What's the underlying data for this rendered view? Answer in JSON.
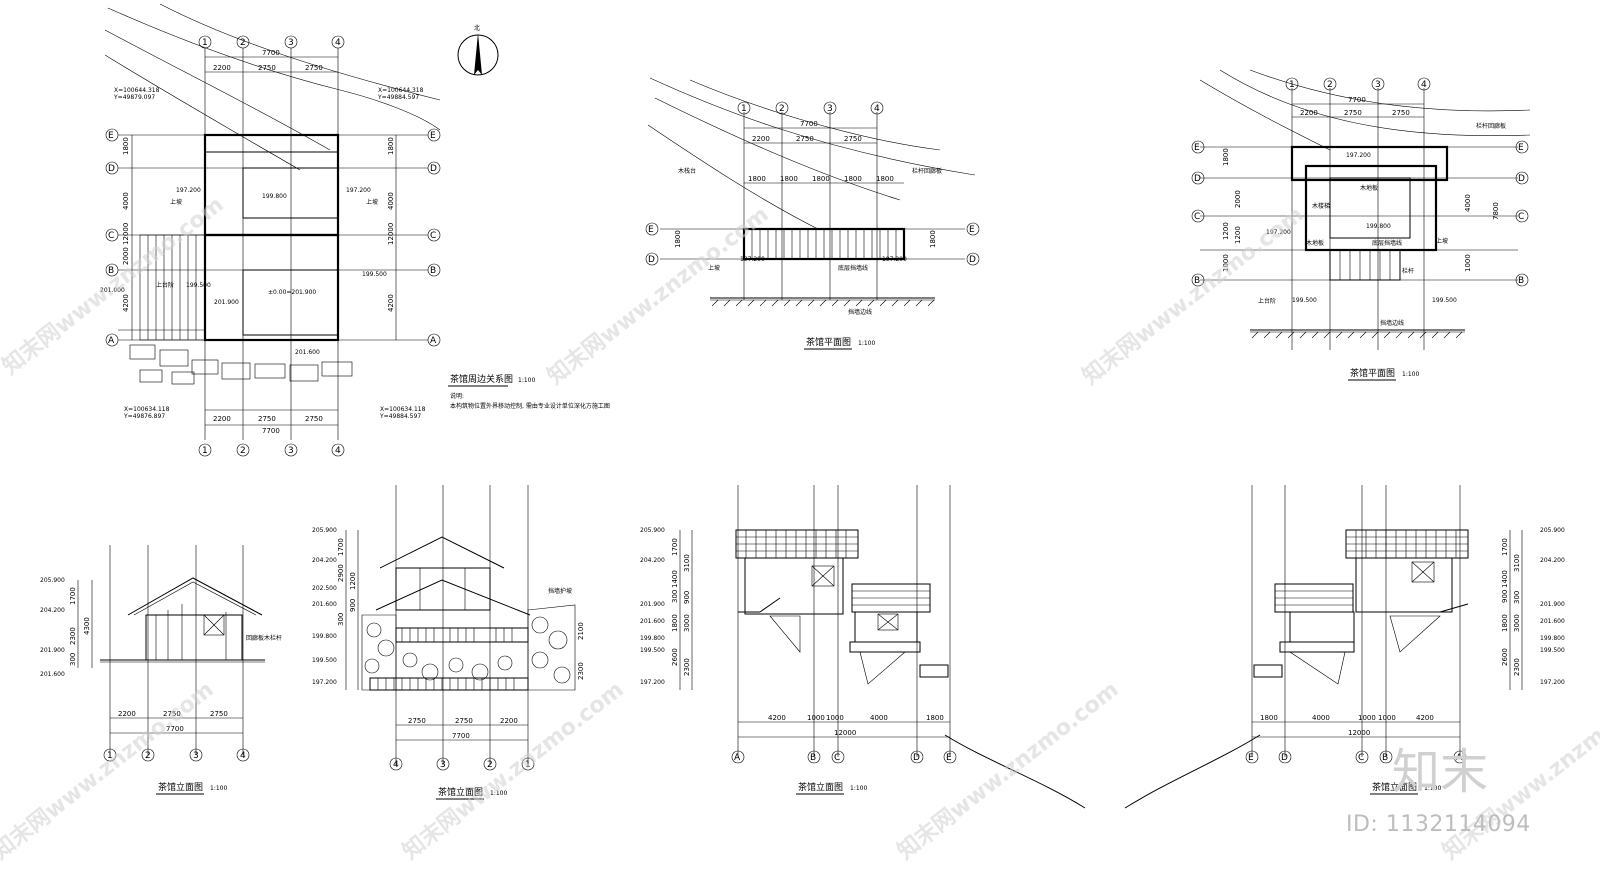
{
  "plans": {
    "site": {
      "title": "茶馆周边关系图",
      "scale": "1:100",
      "note_label": "说明:",
      "note_text": "本构筑物位置外界移动控制, 需由专业设计单位深化方施工图",
      "coords": [
        "X=100644.318",
        "Y=49879.097",
        "X=100644.318",
        "Y=49884.597",
        "X=100634.118",
        "Y=49876.897",
        "X=100634.118",
        "Y=49884.597"
      ],
      "levels": [
        "197.200",
        "199.800",
        "197.200",
        "199.500",
        "201.000",
        "199.500",
        "201.900",
        "±0.00=201.900",
        "201.600"
      ],
      "dims_top": [
        "7700",
        "2200",
        "2750",
        "2750"
      ],
      "dims_side": [
        "1800",
        "4000",
        "12000",
        "2000",
        "4200"
      ],
      "labels": [
        "上坡",
        "上坡",
        "上台阶"
      ]
    },
    "floor1": {
      "title": "茶馆平面图",
      "scale": "1:100",
      "dims_top": [
        "7700",
        "2200",
        "2750",
        "2750"
      ],
      "dims_bays": [
        "1800",
        "1800",
        "1800",
        "1800",
        "1800"
      ],
      "labels": [
        "木栈台",
        "栏杆回廊板",
        "底层挡墙线",
        "挡墙边线",
        "上坡"
      ],
      "levels": [
        "197.200",
        "197.200"
      ],
      "dims_side": [
        "1800",
        "1800"
      ]
    },
    "floor2": {
      "title": "茶馆平面图",
      "scale": "1:100",
      "dims_top": [
        "7700",
        "2200",
        "2750",
        "2750"
      ],
      "labels": [
        "栏杆回廊板",
        "木地板",
        "木地板",
        "底层挡墙线",
        "木楼梯",
        "栏杆",
        "挡墙边线",
        "上台阶",
        "上坡"
      ],
      "levels": [
        "197.200",
        "199.800",
        "197.200",
        "199.500",
        "199.500"
      ],
      "dims_side": [
        "1800",
        "2000",
        "4000",
        "1200",
        "1200",
        "1000",
        "1000",
        "7800"
      ]
    }
  },
  "axes": {
    "numbers": [
      "1",
      "2",
      "3",
      "4"
    ],
    "letters": [
      "A",
      "B",
      "C",
      "D",
      "E"
    ]
  },
  "elevations": {
    "e1": {
      "title": "茶馆立面图",
      "scale": "1:100",
      "levels": [
        "205.900",
        "204.200",
        "201.900",
        "201.600"
      ],
      "dims_v": [
        "1700",
        "2300",
        "300",
        "4300"
      ],
      "dims_h": [
        "2200",
        "2750",
        "2750",
        "7700"
      ],
      "axes": [
        "1",
        "2",
        "3",
        "4"
      ],
      "label": "回廊板木栏杆"
    },
    "e2": {
      "title": "茶馆立面图",
      "scale": "1:100",
      "levels": [
        "205.900",
        "204.200",
        "202.500",
        "201.600",
        "199.800",
        "199.500",
        "197.200"
      ],
      "dims_v": [
        "1700",
        "2900",
        "1200",
        "900",
        "300",
        "2100",
        "2300"
      ],
      "dims_h": [
        "2750",
        "2750",
        "2200",
        "7700"
      ],
      "axes": [
        "4",
        "3",
        "2",
        "1"
      ],
      "label": "挡墙护坡"
    },
    "e3": {
      "title": "茶馆立面图",
      "scale": "1:100",
      "levels": [
        "205.900",
        "204.200",
        "201.900",
        "201.600",
        "199.800",
        "199.500",
        "197.200"
      ],
      "dims_v": [
        "1700",
        "3100",
        "1400",
        "300",
        "900",
        "3000",
        "1800",
        "2600",
        "2300"
      ],
      "dims_h": [
        "4200",
        "1000",
        "1000",
        "4000",
        "1800",
        "12000"
      ],
      "axes": [
        "A",
        "B",
        "C",
        "D",
        "E"
      ]
    },
    "e4": {
      "title": "茶馆立面图",
      "scale": "1:100",
      "levels": [
        "205.900",
        "204.200",
        "201.900",
        "201.600",
        "199.800",
        "199.500",
        "197.200"
      ],
      "dims_v": [
        "1700",
        "3100",
        "1400",
        "900",
        "300",
        "3000",
        "1800",
        "2600",
        "2300"
      ],
      "dims_h": [
        "1800",
        "4000",
        "1000",
        "1000",
        "4200",
        "12000"
      ],
      "axes": [
        "E",
        "D",
        "C",
        "B",
        "A"
      ]
    }
  },
  "north_label": "北",
  "watermarks": [
    "知末网www.znzmo.com"
  ],
  "logo_text": "知末",
  "id_text": "ID: 1132114094"
}
